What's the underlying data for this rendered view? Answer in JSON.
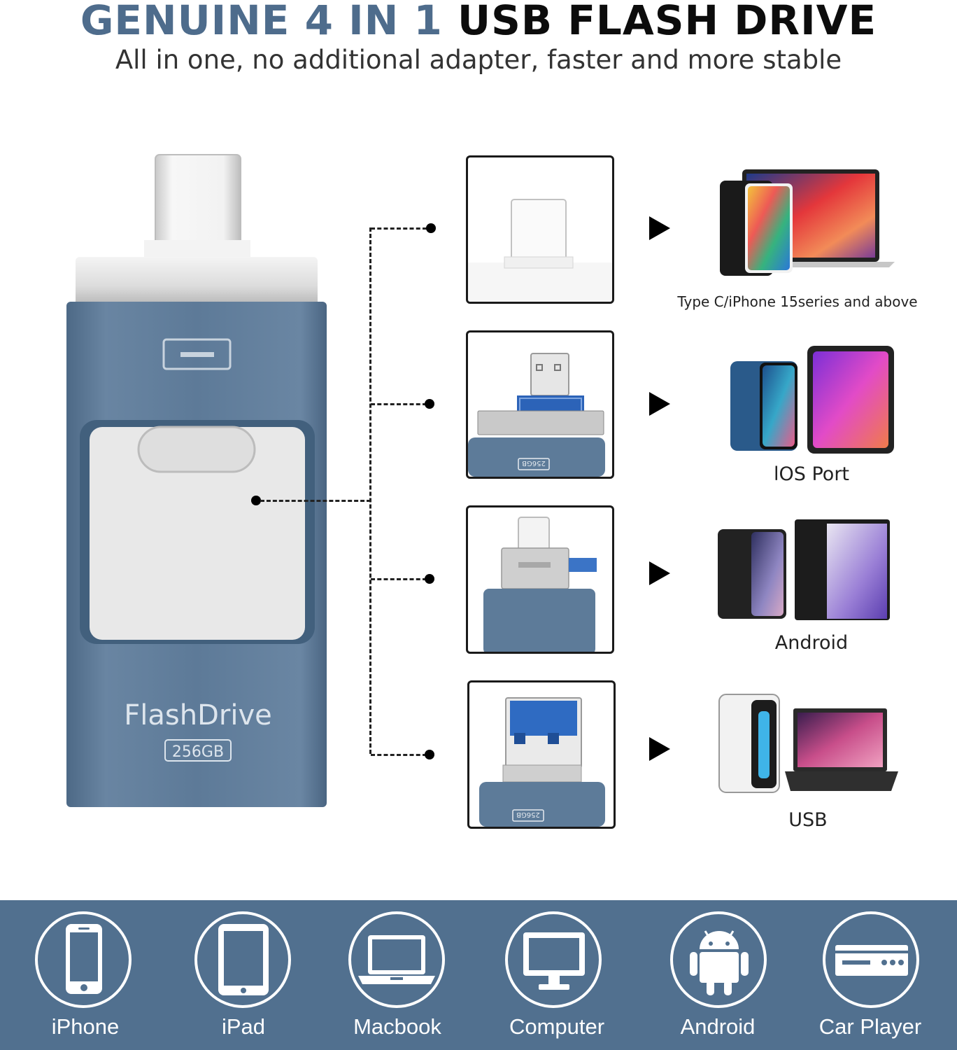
{
  "header": {
    "title_accent": "GENUINE 4 IN 1",
    "title_main": "USB FLASH DRIVE",
    "subtitle": "All in one, no additional adapter, faster and more stable"
  },
  "drive": {
    "brand": "FlashDrive",
    "capacity": "256GB",
    "color": "#5a7896"
  },
  "ports": [
    {
      "label": "Type C/iPhone 15series and above",
      "icon": "usb-c-connector-icon"
    },
    {
      "label": "lOS Port",
      "icon": "lightning-connector-icon"
    },
    {
      "label": "Android",
      "icon": "micro-usb-connector-icon"
    },
    {
      "label": "USB",
      "icon": "usb-a-connector-icon"
    }
  ],
  "port_capacity_mark": "256GB",
  "compat": [
    {
      "label": "iPhone",
      "icon": "iphone-icon"
    },
    {
      "label": "iPad",
      "icon": "ipad-icon"
    },
    {
      "label": "Macbook",
      "icon": "laptop-icon"
    },
    {
      "label": "Computer",
      "icon": "monitor-icon"
    },
    {
      "label": "Android",
      "icon": "android-icon"
    },
    {
      "label": "Car Player",
      "icon": "car-player-icon"
    }
  ],
  "colors": {
    "accent": "#4e6c8c",
    "band": "#51708f"
  }
}
